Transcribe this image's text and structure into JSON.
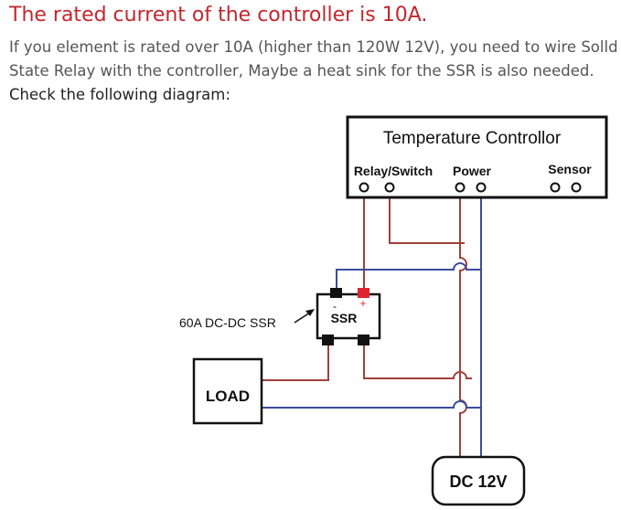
{
  "header": {
    "title": "The rated current of the controller is 10A.",
    "line1": "If you element is rated over 10A (higher than 120W 12V), you need to wire Solld",
    "line2": "State Relay with the controller, Maybe a heat sink for the SSR is also needed.",
    "line3": "Check the following diagram:"
  },
  "diagram": {
    "controller_title": "Temperature Controllor",
    "relay_switch_label": "Relay/Switch",
    "power_label": "Power",
    "sensor_label": "Sensor",
    "ssr_label": "SSR",
    "ssr_minus": "-",
    "ssr_plus": "+",
    "ssr_callout": "60A DC-DC SSR",
    "load_label": "LOAD",
    "dc_label": "DC 12V",
    "wire_colors": {
      "positive": "#a0403a",
      "negative": "#3c4c9c"
    }
  }
}
